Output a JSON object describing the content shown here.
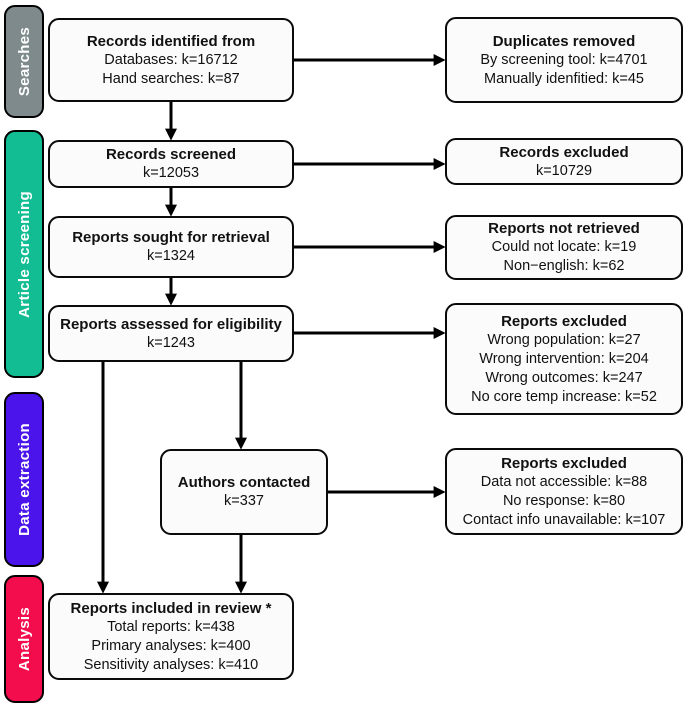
{
  "diagram": {
    "type": "prisma-flow",
    "stroke_color": "#000000",
    "box_fill": "#fbfbfb"
  },
  "sidebar": {
    "sections": [
      {
        "label": "Searches",
        "color": "#7e8a8c"
      },
      {
        "label": "Article screening",
        "color": "#12bd93"
      },
      {
        "label": "Data extraction",
        "color": "#4a14ea"
      },
      {
        "label": "Analysis",
        "color": "#f30d4d"
      }
    ]
  },
  "boxes": {
    "records_identified": {
      "title": "Records identified from",
      "lines": [
        "Databases: k=16712",
        "Hand searches: k=87"
      ]
    },
    "duplicates_removed": {
      "title": "Duplicates removed",
      "lines": [
        "By screening tool: k=4701",
        "Manually idenfitied: k=45"
      ]
    },
    "records_screened": {
      "title": "Records screened",
      "lines": [
        "k=12053"
      ]
    },
    "records_excluded": {
      "title": "Records excluded",
      "lines": [
        "k=10729"
      ]
    },
    "reports_sought": {
      "title": "Reports sought for retrieval",
      "lines": [
        "k=1324"
      ]
    },
    "reports_not_retrieved": {
      "title": "Reports not retrieved",
      "lines": [
        "Could not locate: k=19",
        "Non−english: k=62"
      ]
    },
    "reports_assessed": {
      "title": "Reports assessed for eligibility",
      "lines": [
        "k=1243"
      ]
    },
    "reports_excluded_screening": {
      "title": "Reports excluded",
      "lines": [
        "Wrong population: k=27",
        "Wrong intervention: k=204",
        "Wrong outcomes: k=247",
        "No core temp increase: k=52"
      ]
    },
    "authors_contacted": {
      "title": "Authors contacted",
      "lines": [
        "k=337"
      ]
    },
    "reports_excluded_contact": {
      "title": "Reports excluded",
      "lines": [
        "Data not accessible: k=88",
        "No response: k=80",
        "Contact info unavailable: k=107"
      ]
    },
    "reports_included": {
      "title": "Reports included in review *",
      "lines": [
        "Total reports: k=438",
        "Primary analyses: k=400",
        "Sensitivity analyses: k=410"
      ]
    }
  }
}
